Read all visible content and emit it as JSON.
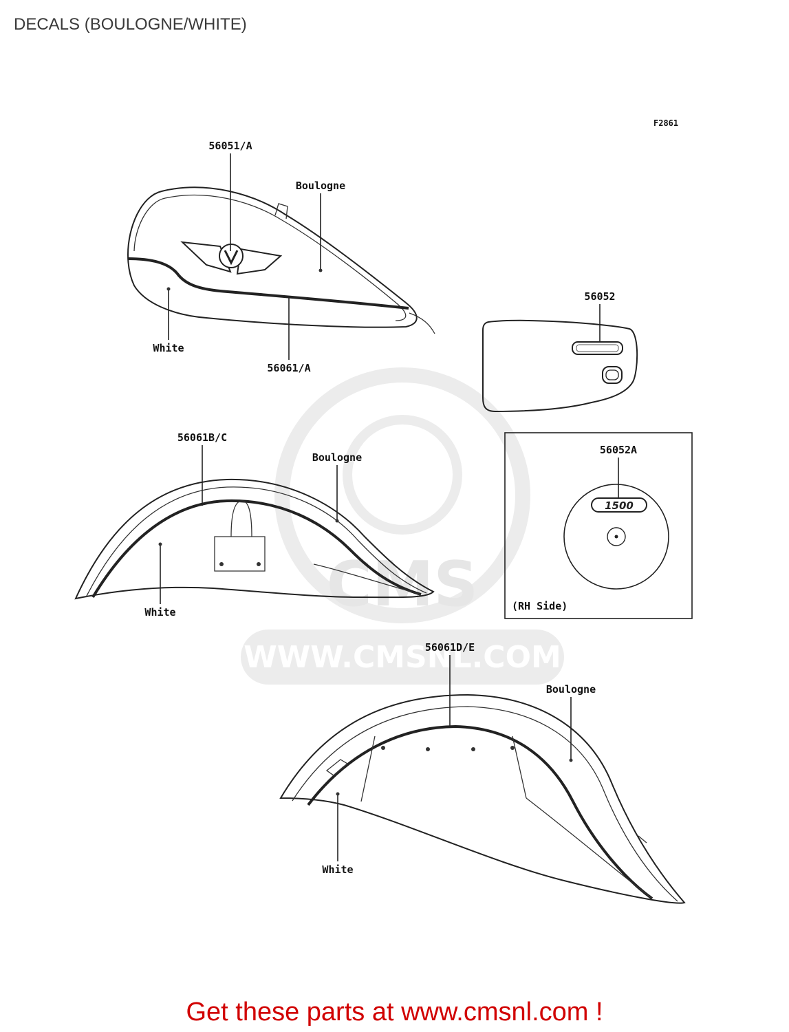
{
  "page": {
    "title": "DECALS (BOULOGNE/WHITE)"
  },
  "figure": {
    "code": "F2861"
  },
  "callouts": {
    "tank_emblem": "56051/A",
    "tank_boulogne": "Boulogne",
    "tank_white": "White",
    "tank_stripe": "56061/A",
    "side_cover": "56052",
    "front_fender_stripe": "56061B/C",
    "front_fender_boulogne": "Boulogne",
    "front_fender_white": "White",
    "emblem_1500": "56052A",
    "rh_side_note": "(RH Side)",
    "rear_fender_stripe": "56061D/E",
    "rear_fender_boulogne": "Boulogne",
    "rear_fender_white": "White"
  },
  "watermark": {
    "text": "WWW.CMSNL.COM",
    "logo": "CMS"
  },
  "footer": {
    "promo": "Get these parts at www.cmsnl.com !"
  }
}
